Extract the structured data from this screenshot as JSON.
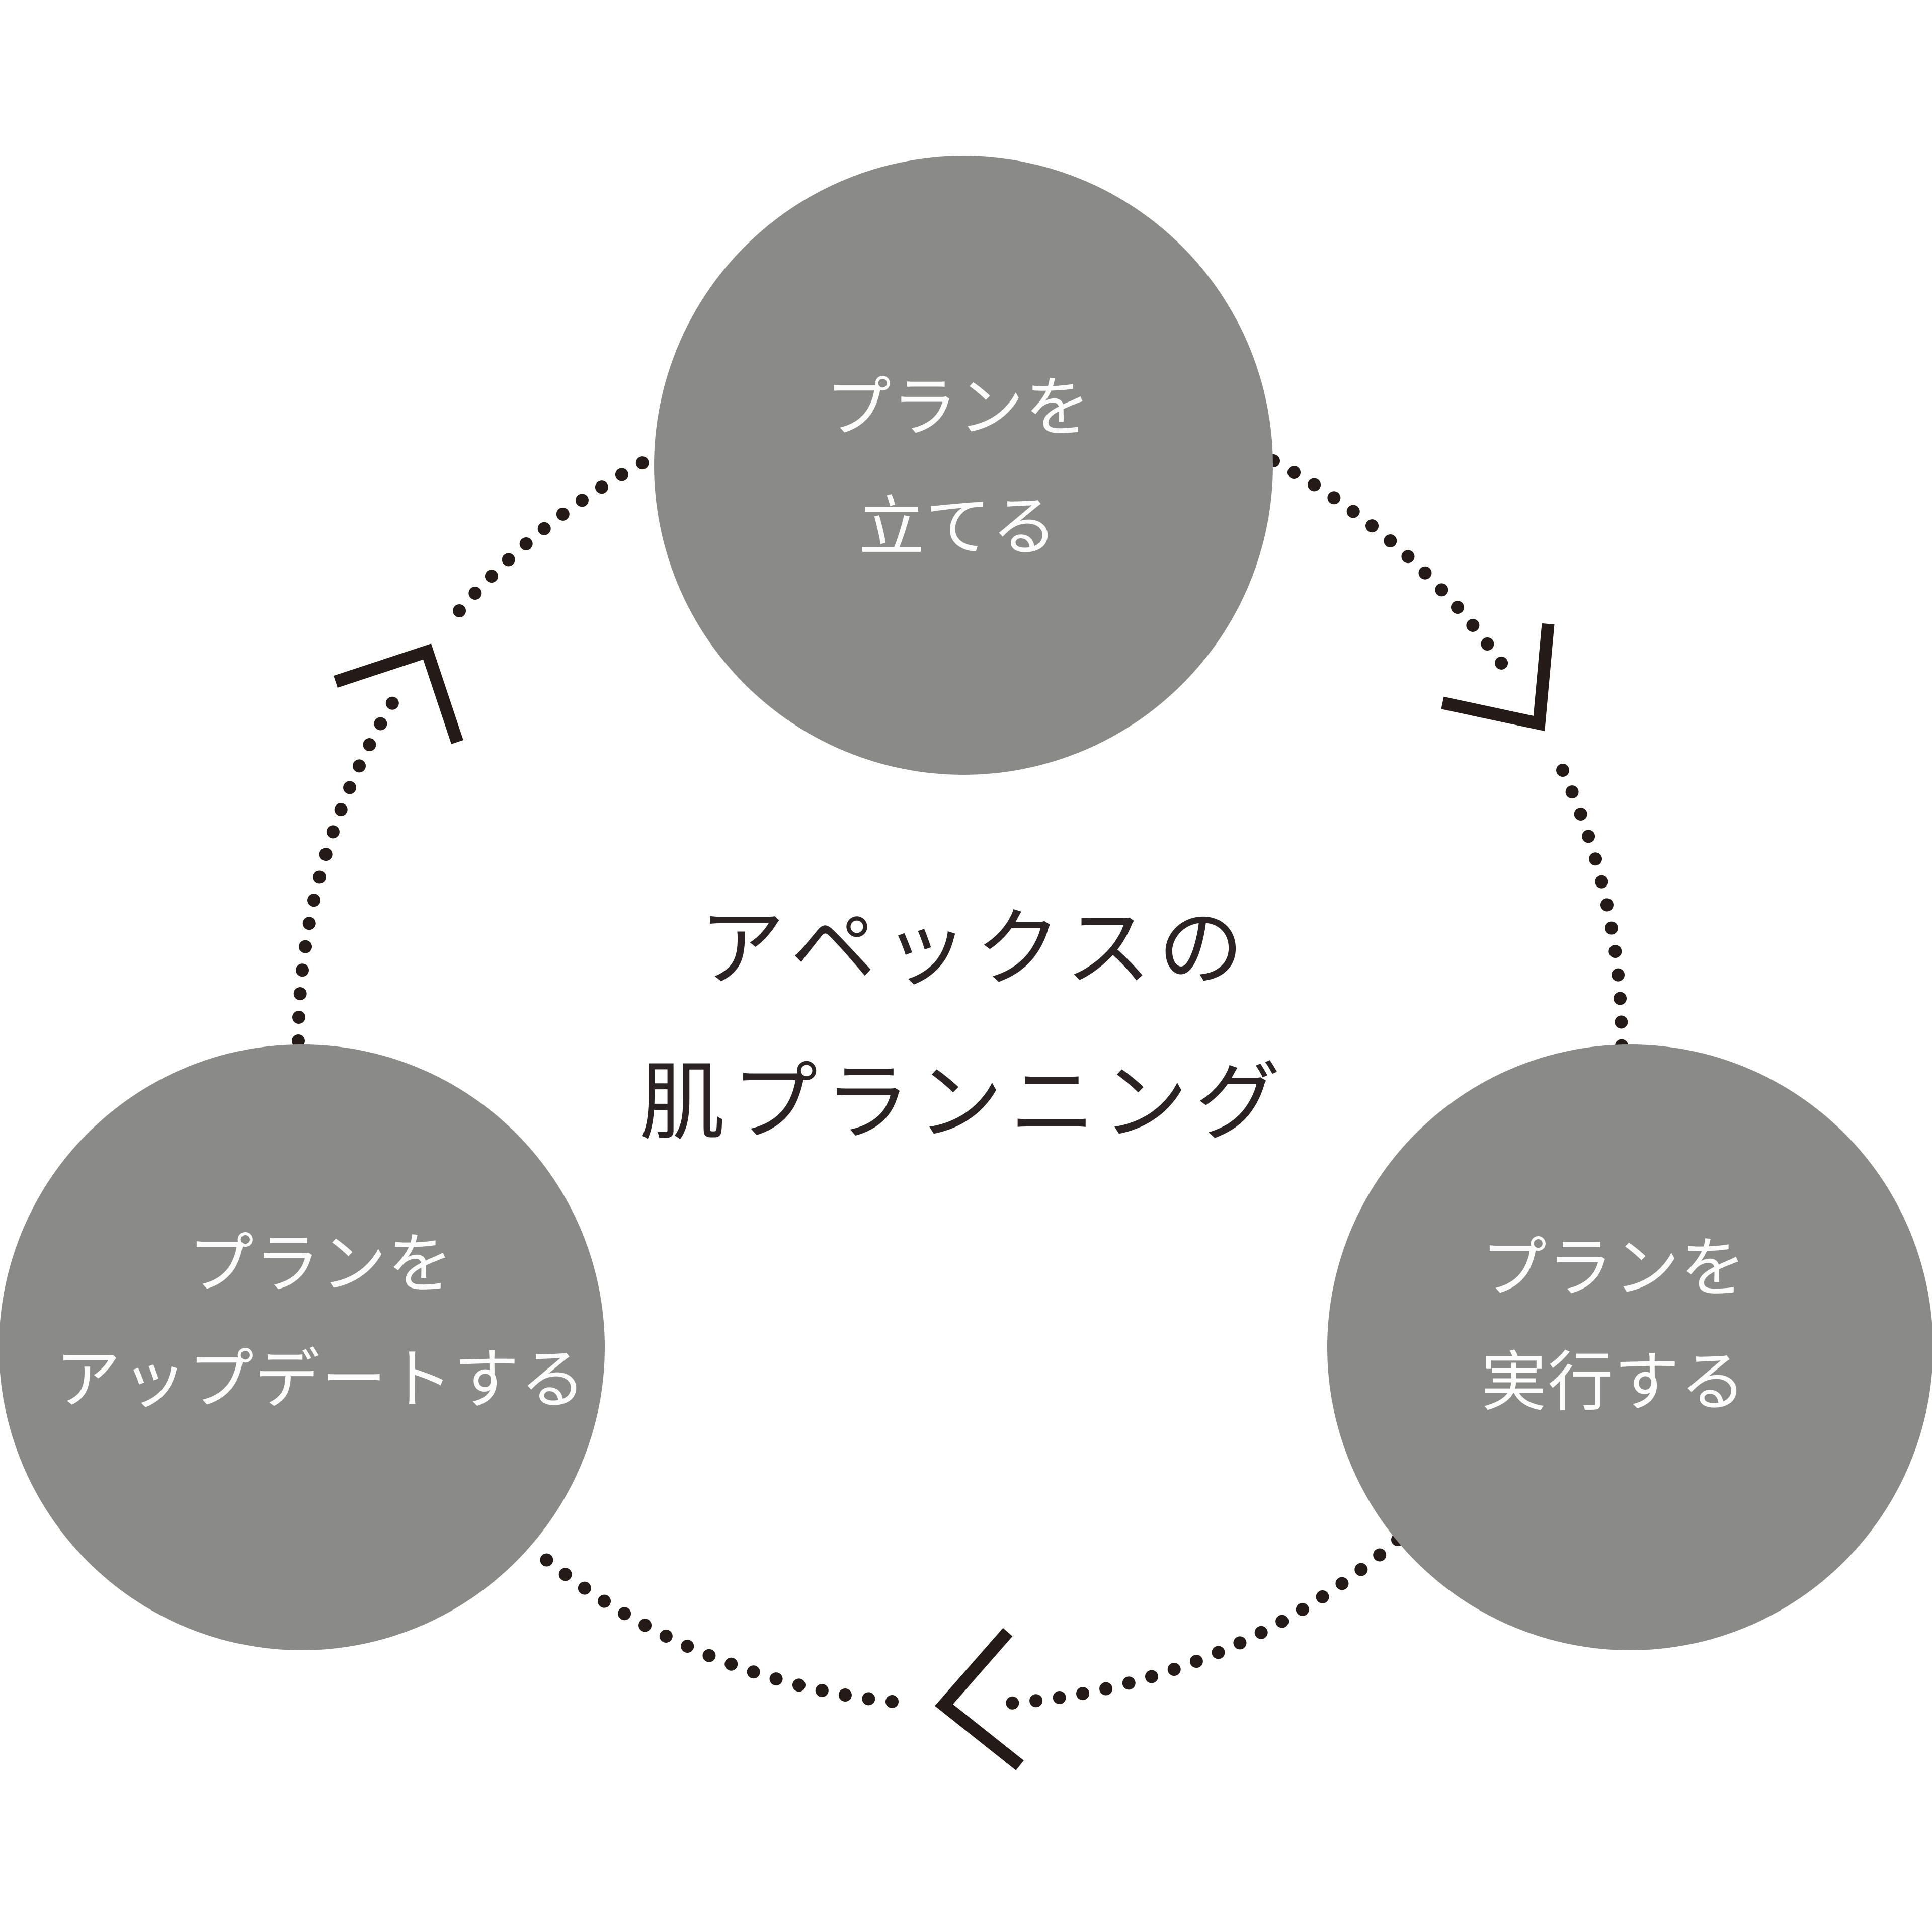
{
  "diagram": {
    "title_line1": "アペックスの",
    "title_line2": "肌プランニング",
    "nodes": [
      {
        "position": "top",
        "label_line1": "プランを",
        "label_line2": "立てる"
      },
      {
        "position": "right",
        "label_line1": "プランを",
        "label_line2": "実行する"
      },
      {
        "position": "left",
        "label_line1": "プランを",
        "label_line2": "アップデートする"
      }
    ],
    "arrows": [
      {
        "name": "top-to-right",
        "style": "dotted-arc-with-chevron",
        "direction": "clockwise"
      },
      {
        "name": "right-to-left",
        "style": "dotted-arc-with-chevron",
        "direction": "clockwise"
      },
      {
        "name": "left-to-top",
        "style": "dotted-arc-with-chevron",
        "direction": "clockwise"
      }
    ],
    "colors": {
      "background": "#ffffff",
      "node_fill": "#8a8a89",
      "node_text": "#fcfcfc",
      "title_text": "#2b2323",
      "arrow": "#241b18"
    }
  }
}
